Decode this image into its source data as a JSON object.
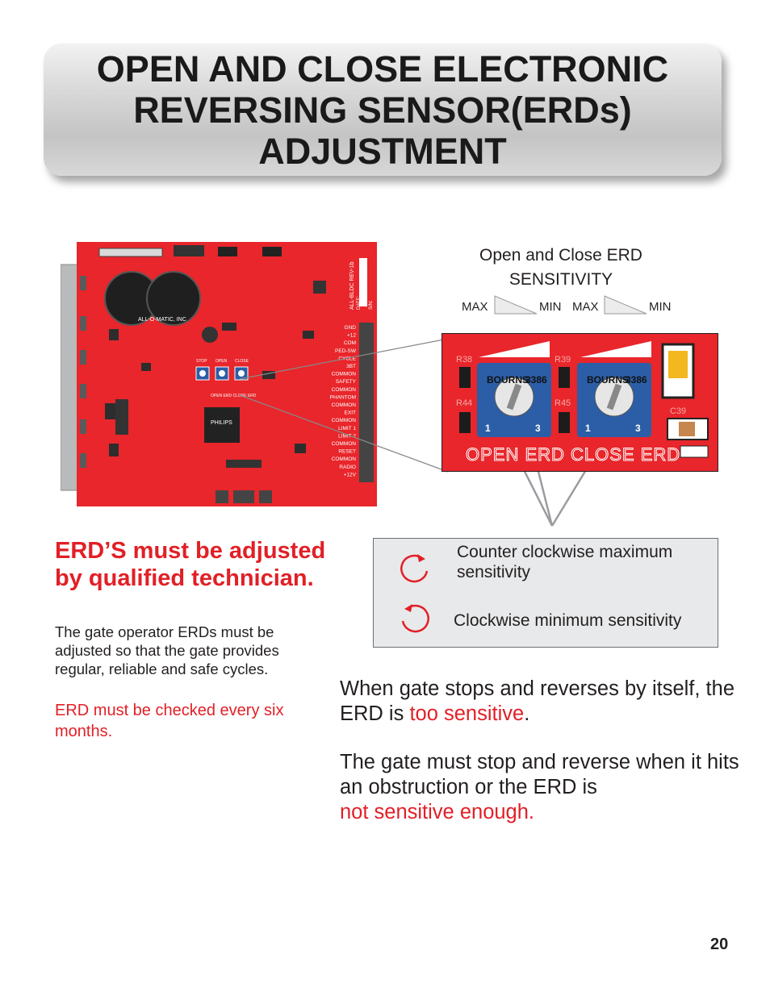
{
  "title": "OPEN AND CLOSE ELECTRONIC\nREVERSING SENSOR(ERDs)\nADJUSTMENT",
  "diagram": {
    "caption_line1": "Open and Close ERD",
    "caption_line2": "SENSITIVITY",
    "scale_labels": [
      "MAX",
      "MIN",
      "MAX",
      "MIN"
    ],
    "board": {
      "brand": "ALL-O-MATIC, INC",
      "model": "ALL-BLDC REV-1b",
      "date_label": "DATE:",
      "sn_label": "S/N:",
      "chip": "PHILIPS",
      "pot_labels": [
        "STOP",
        "OPEN",
        "CLOSE"
      ],
      "pot_caption": "OPEN ERD CLOSE ERD",
      "terminal_labels": [
        "GND",
        "+12",
        "COM",
        "PED-SW",
        "CYCLE",
        "3BT",
        "COMMON",
        "SAFETY",
        "COMMON",
        "PHANTOM",
        "COMMON",
        "EXIT",
        "COMMON",
        "LIMIT 1",
        "LIMIT 2",
        "COMMON",
        "RESET",
        "COMMON",
        "RADIO",
        "+12V"
      ]
    },
    "zoom": {
      "resistor_labels": [
        "R38",
        "R39",
        "R44",
        "R45",
        "C39"
      ],
      "pot_brand": "BOURNS",
      "pot_model": "3386",
      "pot_pin_left": "1",
      "pot_pin_right": "3",
      "caption": "OPEN ERD CLOSE ERD"
    }
  },
  "warning": {
    "heading": "ERD’S must be adjusted by qualified technician.",
    "body": "The gate operator ERDs must be adjusted so that the gate provides regular, reliable and safe cycles.",
    "note": "ERD must be checked every six months."
  },
  "legend": {
    "ccw": "Counter clockwise maximum sensitivity",
    "cw": "Clockwise minimum sensitivity"
  },
  "paragraph1": {
    "text": "When gate stops and reverses by itself, the ERD is ",
    "emphasis": "too sensitive",
    "end": "."
  },
  "paragraph2": {
    "text": "The gate must stop and reverse when it hits an obstruction or the ERD is",
    "emphasis": "not sensitive enough."
  },
  "page_number": "20",
  "colors": {
    "accent_red": "#e21f26",
    "board_red": "#e8262b"
  },
  "icons": [
    "counter-clockwise-arrow-icon",
    "clockwise-arrow-icon"
  ]
}
